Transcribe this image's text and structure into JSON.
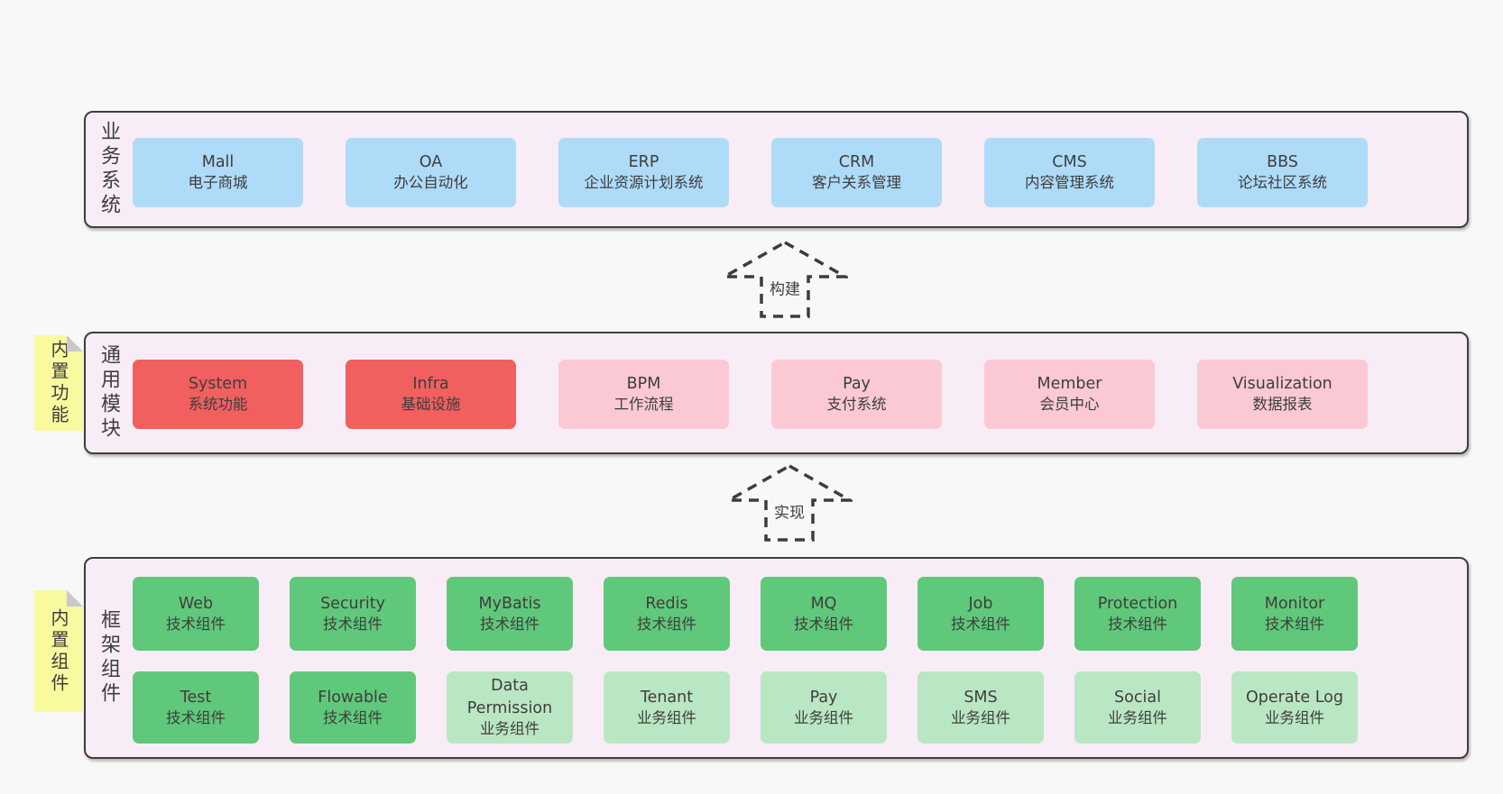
{
  "diagram": {
    "arrows": [
      {
        "label": "构建"
      },
      {
        "label": "实现"
      }
    ],
    "layers": [
      {
        "label": "业务系统",
        "boxes": [
          {
            "title": "Mall",
            "subtitle": "电子商城"
          },
          {
            "title": "OA",
            "subtitle": "办公自动化"
          },
          {
            "title": "ERP",
            "subtitle": "企业资源计划系统"
          },
          {
            "title": "CRM",
            "subtitle": "客户关系管理"
          },
          {
            "title": "CMS",
            "subtitle": "内容管理系统"
          },
          {
            "title": "BBS",
            "subtitle": "论坛社区系统"
          }
        ]
      },
      {
        "label": "通用模块",
        "note": "内置功能",
        "boxes": [
          {
            "title": "System",
            "subtitle": "系统功能"
          },
          {
            "title": "Infra",
            "subtitle": "基础设施"
          },
          {
            "title": "BPM",
            "subtitle": "工作流程"
          },
          {
            "title": "Pay",
            "subtitle": "支付系统"
          },
          {
            "title": "Member",
            "subtitle": "会员中心"
          },
          {
            "title": "Visualization",
            "subtitle": "数据报表"
          }
        ]
      },
      {
        "label": "框架组件",
        "note": "内置组件",
        "rows": [
          [
            {
              "title": "Web",
              "subtitle": "技术组件"
            },
            {
              "title": "Security",
              "subtitle": "技术组件"
            },
            {
              "title": "MyBatis",
              "subtitle": "技术组件"
            },
            {
              "title": "Redis",
              "subtitle": "技术组件"
            },
            {
              "title": "MQ",
              "subtitle": "技术组件"
            },
            {
              "title": "Job",
              "subtitle": "技术组件"
            },
            {
              "title": "Protection",
              "subtitle": "技术组件"
            },
            {
              "title": "Monitor",
              "subtitle": "技术组件"
            }
          ],
          [
            {
              "title": "Test",
              "subtitle": "技术组件"
            },
            {
              "title": "Flowable",
              "subtitle": "技术组件"
            },
            {
              "title": "Data Permission",
              "subtitle": "业务组件"
            },
            {
              "title": "Tenant",
              "subtitle": "业务组件"
            },
            {
              "title": "Pay",
              "subtitle": "业务组件"
            },
            {
              "title": "SMS",
              "subtitle": "业务组件"
            },
            {
              "title": "Social",
              "subtitle": "业务组件"
            },
            {
              "title": "Operate Log",
              "subtitle": "业务组件"
            }
          ]
        ]
      }
    ],
    "colors": {
      "page_bg": "#f8f8f8",
      "panel_bg": "#f8edf7",
      "panel_border": "#3f3f3f",
      "blue": "#aedbf8",
      "red": "#f15f5f",
      "pink": "#fac9d4",
      "green": "#60c87a",
      "light_green": "#bae7c3",
      "sticky_yellow": "#f9f9a0",
      "sticky_fold": "#c9c9c9",
      "text": "#3e3e3e"
    }
  }
}
